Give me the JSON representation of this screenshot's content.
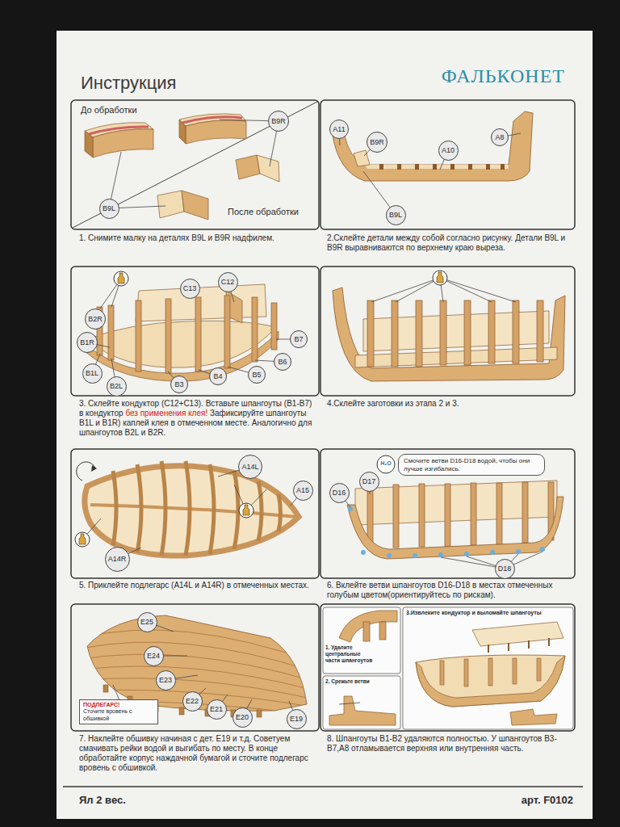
{
  "diagram": {
    "title": "Инструкция",
    "nodes": [
      {
        "text": [
          "B9R"
        ]
      },
      {
        "text": [
          "B9L"
        ]
      },
      {
        "text": [
          "A11"
        ]
      },
      {
        "text": [
          "B9R"
        ]
      },
      {
        "text": [
          "A10"
        ]
      },
      {
        "text": [
          "A8"
        ]
      },
      {
        "text": [
          "B9L"
        ]
      },
      {
        "text": [
          "C13"
        ]
      },
      {
        "text": [
          "C12"
        ]
      },
      {
        "text": [
          "B2R"
        ]
      },
      {
        "text": [
          "B1R"
        ]
      },
      {
        "text": [
          "B1L"
        ]
      },
      {
        "text": [
          "B2L"
        ]
      },
      {
        "text": [
          "B3"
        ]
      },
      {
        "text": [
          "B4"
        ]
      },
      {
        "text": [
          "B5"
        ]
      },
      {
        "text": [
          "B6"
        ]
      },
      {
        "text": [
          "B7"
        ]
      },
      {
        "text": [
          "A14L"
        ]
      },
      {
        "text": [
          "A15"
        ]
      },
      {
        "text": [
          "A14R"
        ]
      },
      {
        "text": [
          "Смочите ветви D16-D18 водой, чтобы они лучше изгибались."
        ]
      },
      {
        "text": [
          "D17"
        ]
      },
      {
        "text": [
          "D16"
        ]
      },
      {
        "text": [
          "D18"
        ]
      },
      {
        "text": [
          "E25"
        ]
      },
      {
        "text": [
          "E24"
        ]
      },
      {
        "text": [
          "E23"
        ]
      },
      {
        "text": [
          "E22"
        ]
      },
      {
        "text": [
          "E21"
        ]
      },
      {
        "text": [
          "E20"
        ]
      },
      {
        "text": [
          "E19"
        ]
      },
      {
        "text": [
          "ПОДЛЕГАРС!",
          "Сточите вровень с обшивкой"
        ]
      }
    ],
    "labels": [
      "До обработки",
      "После обработки",
      "1. Снимите малку на деталях B9L и B9R надфилем.",
      "2.Склейте детали между собой согласно рисунку. Детали B9L и B9R выравниваются по верхнему краю выреза.",
      "3. Склейте кондуктор (C12+C13). Вставьте шпангоуты (B1-B7) в кондуктор",
      "без применения клея!",
      "Зафиксируйте шпангоуты B1L и B1R) каплей клея в отмеченном месте. Аналогично для шпангоутов B2L и B2R.",
      "4.Склейте заготовки из этапа 2 и 3.",
      "H₂O",
      "5. Приклейте подлегарс (A14L и A14R) в отмеченных местах.",
      "6. Вклейте ветви шпангоутов D16-D18 в местах отмеченных голубым цветом(ориентируйтесь по рискам).",
      "1. Удалите центральные части шпангоутов",
      "2. Срежьте ветви",
      "3.Извлеките кондуктор и выломайте шпангоуты",
      "7. Наклейте обшивку начиная с дет. E19 и т.д. Советуем смачивать рейки водой и выгибать по месту. В конце обработайте корпус наждачной бумагой и сточите подлегарс вровень с обшивкой.",
      "8. Шпангоуты B1-B2 удаляются полностью. У шпангоутов B3-B7,A8 отламывается верхняя или внутренняя часть.",
      "ФАЛЬКОНЕТ",
      "Ял 2 вес.",
      "арт. F0102"
    ]
  }
}
